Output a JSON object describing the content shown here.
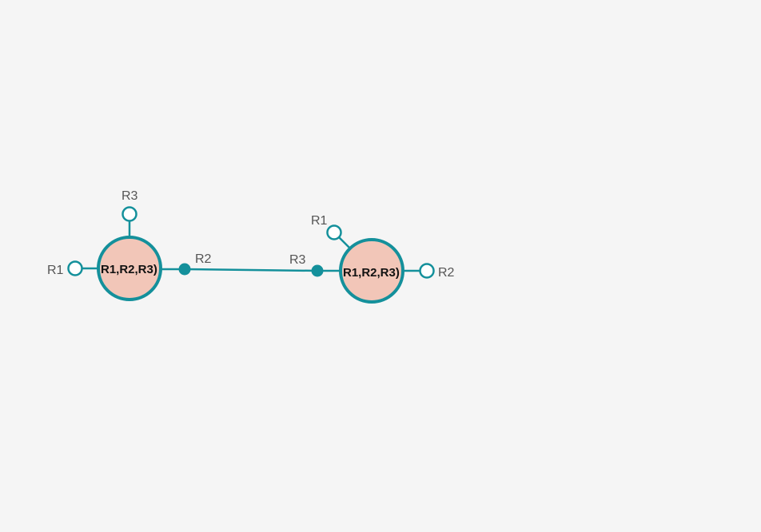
{
  "diagram": {
    "colors": {
      "background": "#f5f5f5",
      "accent": "#14909b",
      "molecule_fill": "#f2c6b8",
      "label": "#555555"
    },
    "molecules": [
      {
        "label": "R1,R2,R3)",
        "sites": [
          {
            "label": "R3",
            "state": "unbound"
          },
          {
            "label": "R1",
            "state": "unbound"
          },
          {
            "label": "R2",
            "state": "bound"
          }
        ]
      },
      {
        "label": "R1,R2,R3)",
        "sites": [
          {
            "label": "R1",
            "state": "unbound"
          },
          {
            "label": "R3",
            "state": "bound"
          },
          {
            "label": "R2",
            "state": "unbound"
          }
        ]
      }
    ],
    "bonds": [
      {
        "from": "molecule-1.R2",
        "to": "molecule-2.R3"
      }
    ]
  }
}
